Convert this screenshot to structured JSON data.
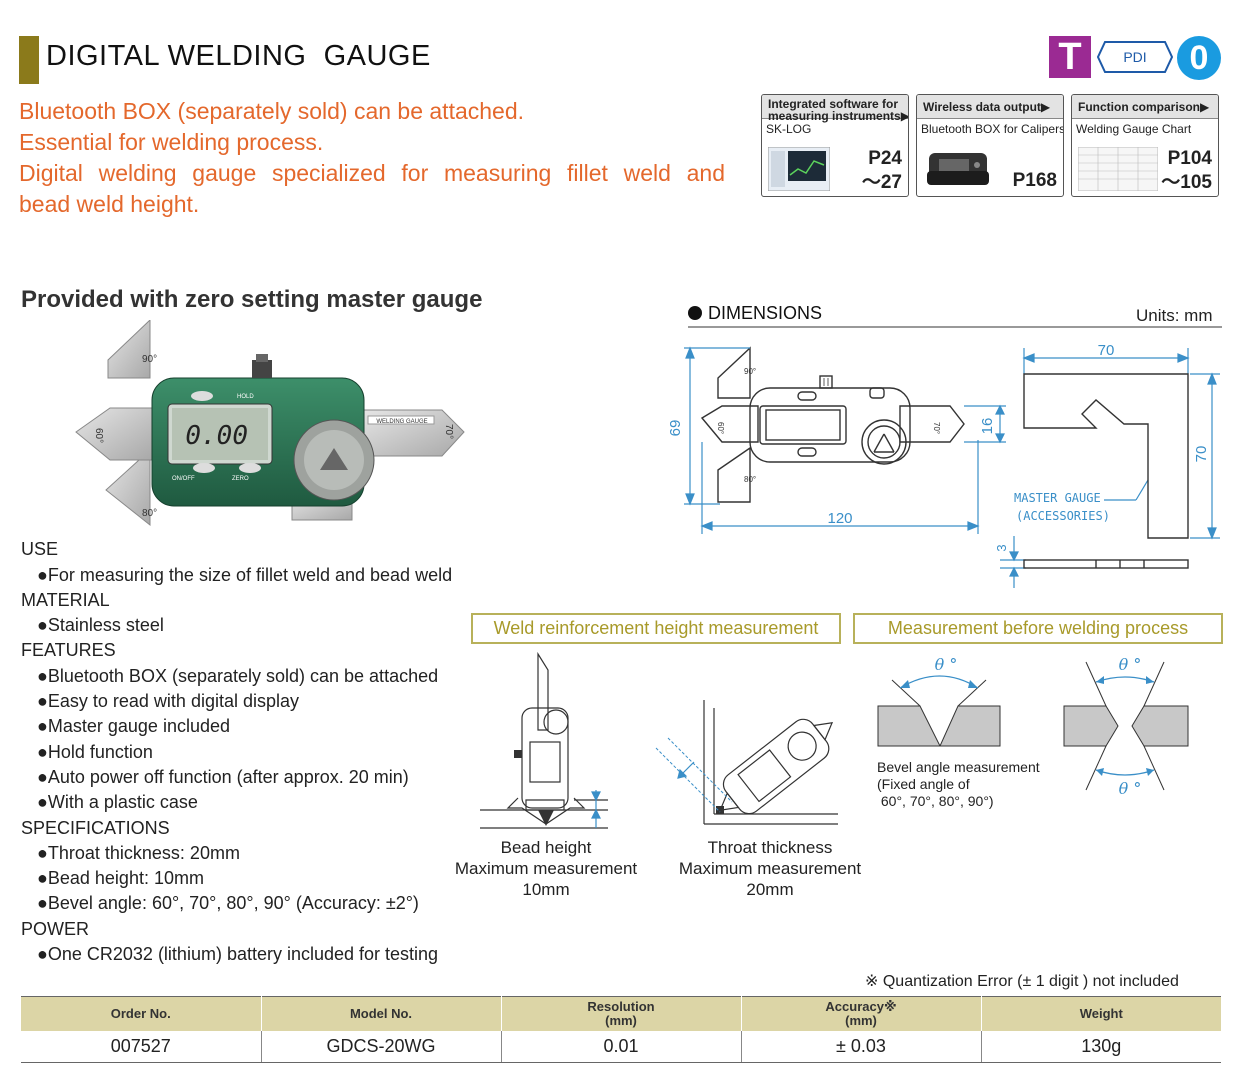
{
  "header": {
    "title": "DIGITAL WELDING  GAUGE",
    "intro_lines": [
      "Bluetooth BOX (separately sold) can be attached.",
      "Essential for welding process.",
      "Digital welding gauge specialized for measuring fillet weld and",
      "bead weld height."
    ],
    "logos": {
      "t": "T",
      "pdi": "PDI",
      "zero": "0"
    }
  },
  "references": [
    {
      "head": "Integrated software for measuring instruments",
      "head_line1": "Integrated software for",
      "head_line2": "measuring instruments▶",
      "sub": "SK-LOG",
      "page1": "P24",
      "page2": "～27"
    },
    {
      "head": "Wireless data output▶",
      "sub": "Bluetooth BOX for Calipers",
      "page1": "P168"
    },
    {
      "head": "Function comparison▶",
      "sub": "Welding Gauge Chart",
      "page1": "P104",
      "page2": "～105"
    }
  ],
  "product": {
    "provided": "Provided with zero setting master gauge",
    "display": "0.00",
    "labels": {
      "hold": "HOLD",
      "onoff": "ON/OFF",
      "zero": "ZERO",
      "a90": "90°",
      "a60": "60°",
      "a70": "70°",
      "a80": "80°",
      "scale": "WELDING GAUGE"
    }
  },
  "sections": {
    "use": {
      "heading": "USE",
      "items": [
        "●For measuring the size of fillet weld and bead weld"
      ]
    },
    "material": {
      "heading": "MATERIAL",
      "items": [
        "●Stainless steel"
      ]
    },
    "features": {
      "heading": "FEATURES",
      "items": [
        "●Bluetooth BOX (separately sold) can be attached",
        "●Easy to read with digital display",
        "●Master gauge included",
        "●Hold function",
        "●Auto power off function (after approx. 20 min)",
        "●With a plastic case"
      ]
    },
    "specifications": {
      "heading": "SPECIFICATIONS",
      "items": [
        "●Throat thickness: 20mm",
        "●Bead height: 10mm",
        "●Bevel angle: 60°, 70°, 80°, 90° (Accuracy: ±2°)"
      ]
    },
    "power": {
      "heading": "POWER",
      "items": [
        "●One CR2032 (lithium) battery included for testing"
      ]
    }
  },
  "dimensions": {
    "heading": "DIMENSIONS",
    "units": "Units: mm",
    "values": {
      "height": "69",
      "width": "120",
      "depth": "16",
      "master_w": "70",
      "master_h": "70",
      "master_t": "3"
    },
    "master_label_1": "MASTER GAUGE",
    "master_label_2": "(ACCESSORIES)",
    "small_labels": {
      "a90": "90°",
      "a80": "80°",
      "a60": "60°",
      "a70": "70°"
    }
  },
  "measurements": {
    "weld_box": "Weld reinforcement height measurement",
    "before_box": "Measurement before welding process",
    "bead": {
      "l1": "Bead height",
      "l2": "Maximum measurement",
      "l3": "10mm"
    },
    "throat": {
      "l1": "Throat thickness",
      "l2": "Maximum measurement",
      "l3": "20mm"
    },
    "theta": "θ °",
    "bevel": {
      "l1": "Bevel angle measurement",
      "l2": "(Fixed angle of",
      "l3": " 60°, 70°, 80°, 90°)"
    }
  },
  "table": {
    "note": "※ Quantization Error (± 1 digit ) not included",
    "headers": [
      {
        "l1": "Order No.",
        "l2": ""
      },
      {
        "l1": "Model No.",
        "l2": ""
      },
      {
        "l1": "Resolution",
        "l2": "(mm)"
      },
      {
        "l1": "Accuracy※",
        "l2": "(mm)"
      },
      {
        "l1": "Weight",
        "l2": ""
      }
    ],
    "rows": [
      [
        "007527",
        "GDCS-20WG",
        "0.01",
        "± 0.03",
        "130g"
      ]
    ]
  },
  "colors": {
    "accent_orange": "#e4682c",
    "title_bar": "#8b7a1b",
    "gauge_green": "#2f7a5a",
    "dim_blue": "#3a8fc8",
    "table_header": "#dcd5a6"
  }
}
